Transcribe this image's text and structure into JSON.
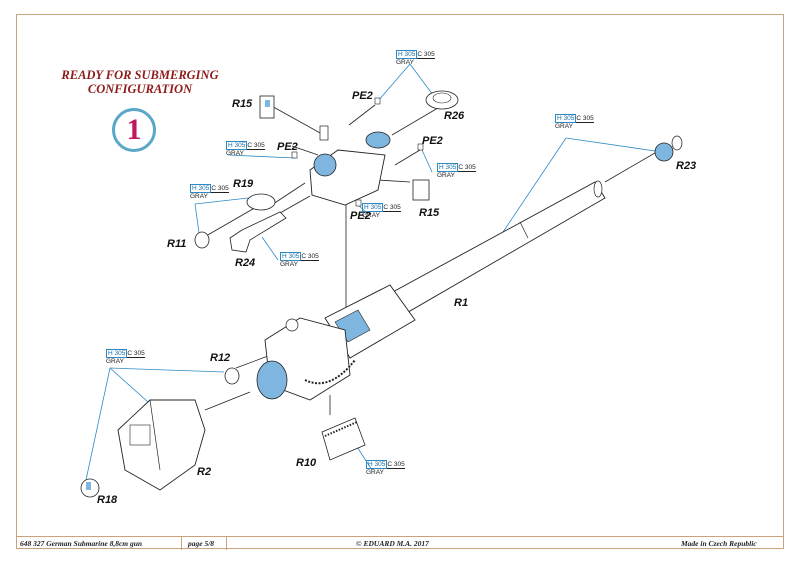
{
  "heading": {
    "line1": "READY FOR SUBMERGING",
    "line2": "CONFIGURATION"
  },
  "step_number": "1",
  "parts": {
    "R15a": "R15",
    "PE2a": "PE2",
    "R26": "R26",
    "PE2b": "PE2",
    "PE2c": "PE2",
    "R19": "R19",
    "R15b": "R15",
    "PE2d": "PE2",
    "R11": "R11",
    "R24": "R24",
    "R23": "R23",
    "R1": "R1",
    "R12": "R12",
    "R2": "R2",
    "R10": "R10",
    "R18": "R18"
  },
  "paint": {
    "h": "H 305",
    "c": "C 305",
    "name": "GRAY"
  },
  "footer": {
    "product": "648 327  German Submarine 8,8cm gun",
    "page": "page 5/8",
    "copyright": "© EDUARD  M.A. 2017",
    "origin": "Made in Czech Republic"
  },
  "colors": {
    "accent_blue": "#7fb6df",
    "title_red": "#8e1b1b",
    "step_pink": "#c2185b",
    "frame": "#c9a27e"
  }
}
